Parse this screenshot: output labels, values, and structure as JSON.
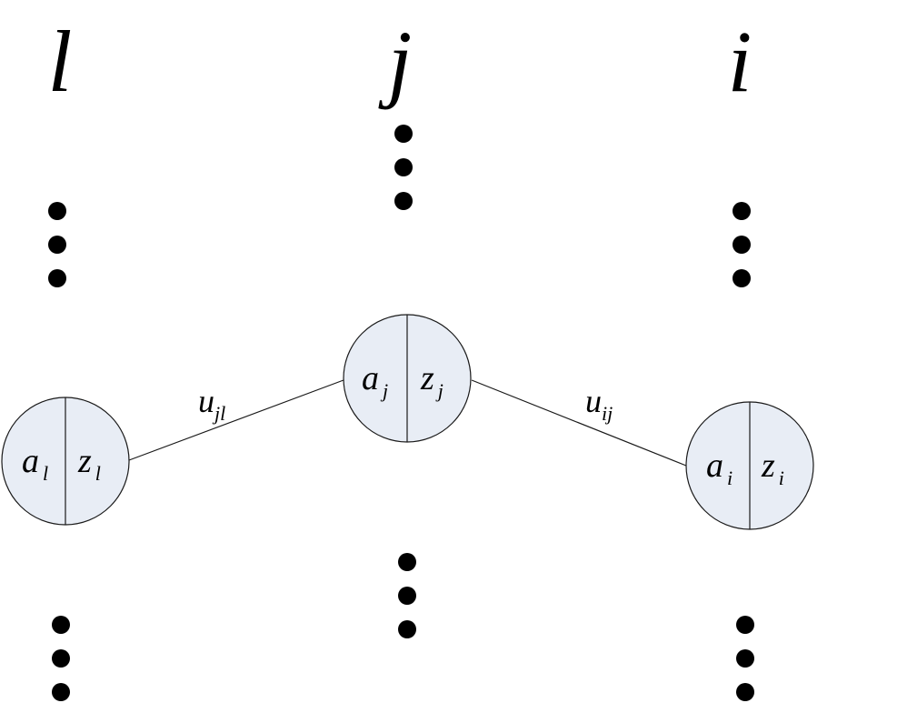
{
  "colors": {
    "node_fill": "#e8edf5",
    "node_stroke": "#1a1a1a",
    "edge": "#1a1a1a",
    "dot": "#000000",
    "background": "#ffffff"
  },
  "columns": [
    {
      "id": "l",
      "label": "l"
    },
    {
      "id": "j",
      "label": "j"
    },
    {
      "id": "i",
      "label": "i"
    }
  ],
  "nodes": [
    {
      "id": "node-l",
      "left": {
        "base": "a",
        "sub": "l"
      },
      "right": {
        "base": "z",
        "sub": "l"
      }
    },
    {
      "id": "node-j",
      "left": {
        "base": "a",
        "sub": "j"
      },
      "right": {
        "base": "z",
        "sub": "j"
      }
    },
    {
      "id": "node-i",
      "left": {
        "base": "a",
        "sub": "i"
      },
      "right": {
        "base": "z",
        "sub": "i"
      }
    }
  ],
  "edges": [
    {
      "from": "node-l",
      "to": "node-j",
      "weight": {
        "base": "u",
        "sub": "jl"
      }
    },
    {
      "from": "node-j",
      "to": "node-i",
      "weight": {
        "base": "u",
        "sub": "ij"
      }
    }
  ],
  "ellipsis_icon": "vertical-ellipsis"
}
